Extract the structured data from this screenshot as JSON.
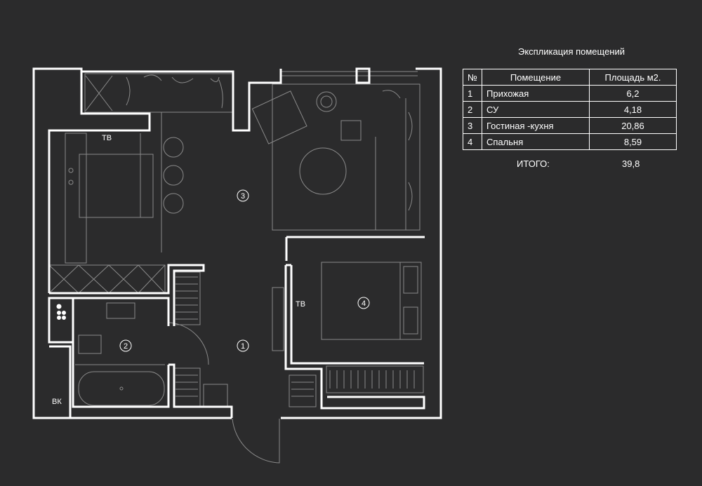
{
  "explication": {
    "title": "Экспликация помещений",
    "headers": {
      "num": "№",
      "room": "Помещение",
      "area": "Площадь м2."
    },
    "rows": [
      {
        "num": "1",
        "name": "Прихожая",
        "area": "6,2"
      },
      {
        "num": "2",
        "name": "СУ",
        "area": "4,18"
      },
      {
        "num": "3",
        "name": "Гостиная -кухня",
        "area": "20,86"
      },
      {
        "num": "4",
        "name": "Спальня",
        "area": "8,59"
      }
    ],
    "total_label": "ИТОГО:",
    "total_value": "39,8"
  },
  "plan_labels": {
    "tv_kitchen": "ТВ",
    "tv_bedroom": "ТВ",
    "room1": "1",
    "room2": "2",
    "room3": "3",
    "room4": "4",
    "vk": "ВК"
  },
  "colors": {
    "background": "#2b2b2c",
    "walls": "#ffffff",
    "furniture": "#8a8a8a"
  }
}
